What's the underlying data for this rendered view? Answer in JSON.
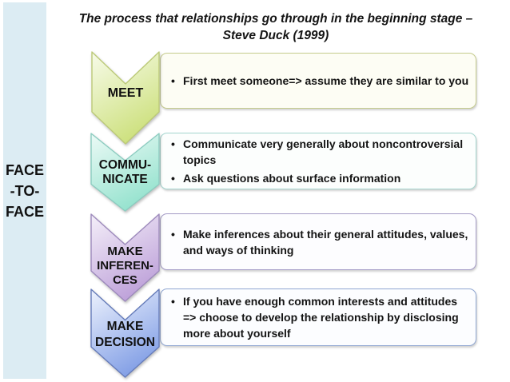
{
  "slide": {
    "title_line1": "The process that relationships go through in the beginning stage –",
    "title_line2": "Steve Duck (1999)"
  },
  "sidebar": {
    "label": "FACE\n-TO-\nFACE",
    "bg_color": "#dcecf3"
  },
  "bullet_char": "•",
  "stages": [
    {
      "label": "MEET",
      "arrow_color_light": "#f7fbe9",
      "arrow_color_dark": "#cee180",
      "arrow_border": "#bcca78",
      "box_border": "#c6cc8e",
      "bullets": [
        "First meet someone=> assume they are similar to you"
      ]
    },
    {
      "label": "COMMU-\nNICATE",
      "arrow_color_light": "#ecfaf6",
      "arrow_color_dark": "#97e3cf",
      "arrow_border": "#8cccc0",
      "box_border": "#a5d6cf",
      "bullets": [
        "Communicate very generally about noncontroversial topics",
        "Ask questions about surface information"
      ]
    },
    {
      "label": "MAKE\nINFEREN-\nCES",
      "arrow_color_light": "#f4eff9",
      "arrow_color_dark": "#bfa3da",
      "arrow_border": "#9d8abc",
      "box_border": "#a49bc6",
      "bullets": [
        "Make inferences about their general attitudes, values, and ways of thinking"
      ]
    },
    {
      "label": "MAKE\nDECISION",
      "arrow_color_light": "#edf2fd",
      "arrow_color_dark": "#85a1e6",
      "arrow_border": "#667cba",
      "box_border": "#90a7d2",
      "bullets": [
        "If you have enough common interests and attitudes => choose to develop the relationship by disclosing more about yourself"
      ]
    }
  ]
}
